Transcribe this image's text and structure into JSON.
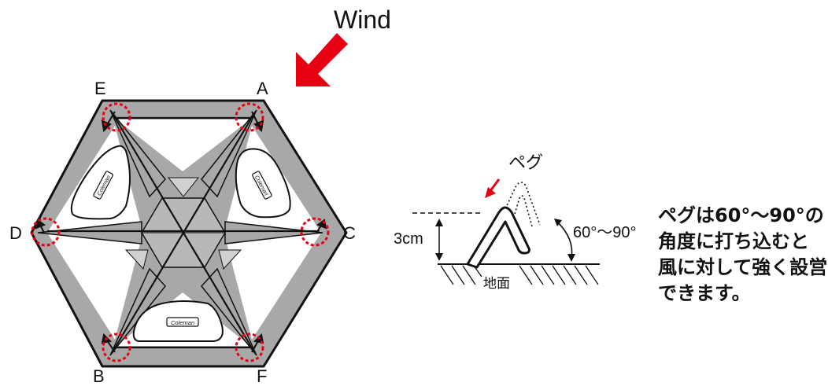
{
  "wind": {
    "label": "Wind"
  },
  "vertices": {
    "a": "A",
    "b": "B",
    "c": "C",
    "d": "D",
    "e": "E",
    "f": "F"
  },
  "tent": {
    "logo_text": "Coleman"
  },
  "peg_diagram": {
    "peg_label": "ペグ",
    "height_label": "3cm",
    "angle_label": "60°〜90°",
    "ground_label": "地面"
  },
  "note": {
    "lines": [
      "ペグは60°〜90°の",
      "角度に打ち込むと",
      "風に対して強く設営",
      "できます。"
    ]
  },
  "colors": {
    "tent_gray": "#a8a8a8",
    "panel_gray": "#bdbdbd",
    "accent_red": "#e60012",
    "line_black": "#111111"
  }
}
